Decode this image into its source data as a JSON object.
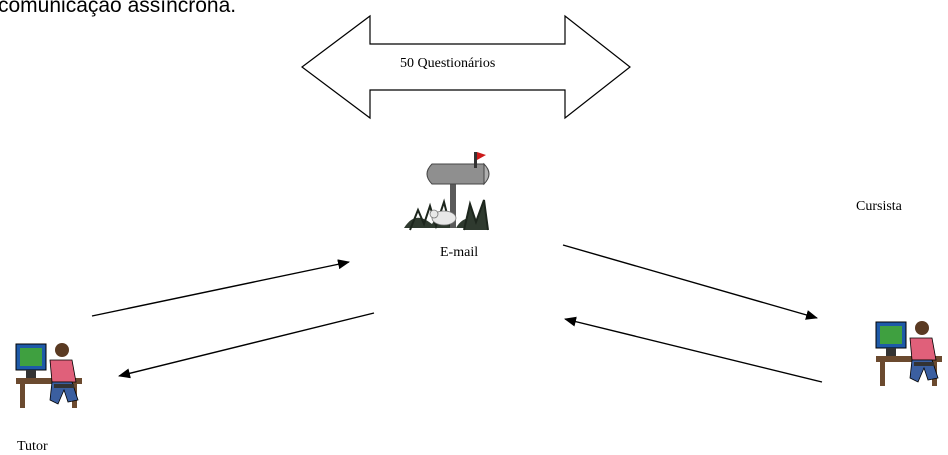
{
  "heading": "comunicação assíncrona.",
  "double_arrow": {
    "label": "50 Questionários"
  },
  "nodes": {
    "email": {
      "label": "E-mail",
      "icon": "mailbox-icon"
    },
    "tutor": {
      "label": "Tutor",
      "icon": "person-at-computer-icon"
    },
    "cursista": {
      "label": "Cursista",
      "icon": "person-at-computer-icon"
    }
  },
  "colors": {
    "line": "#000000",
    "shirt": "#e0607a",
    "monitor": "#1e5aa8",
    "screen": "#3fa040",
    "desk": "#6b4a2f",
    "jeans": "#3b5fa0",
    "mailbox": "#7a7a7a",
    "flag": "#cc1a1a",
    "foliage": "#2f3a2f"
  }
}
